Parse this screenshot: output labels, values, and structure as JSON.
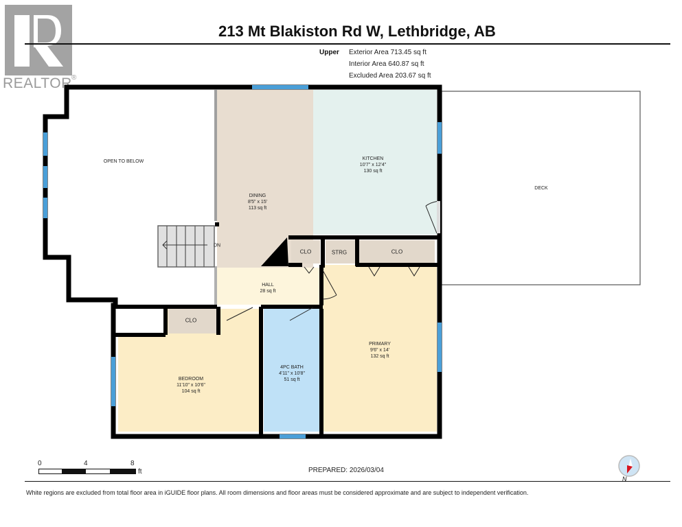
{
  "branding": {
    "logo_letter": "R",
    "logo_text": "REALTOR",
    "registered_mark": "®"
  },
  "header": {
    "title": "213 Mt Blakiston Rd W, Lethbridge, AB",
    "level": "Upper",
    "areas": [
      "Exterior Area 713.45 sq ft",
      "Interior Area 640.87 sq ft",
      "Excluded Area 203.67 sq ft"
    ]
  },
  "rooms": {
    "open_to_below": {
      "name": "OPEN TO BELOW"
    },
    "dining": {
      "name": "DINING",
      "dims": "8'5\" x 15'",
      "area": "113 sq ft"
    },
    "kitchen": {
      "name": "KITCHEN",
      "dims": "10'7\" x 12'4\"",
      "area": "130 sq ft"
    },
    "deck": {
      "name": "DECK"
    },
    "hall": {
      "name": "HALL",
      "area": "28 sq ft"
    },
    "closet_1": {
      "name": "CLO"
    },
    "storage": {
      "name": "STRG"
    },
    "closet_2": {
      "name": "CLO"
    },
    "closet_3": {
      "name": "CLO"
    },
    "bedroom": {
      "name": "BEDROOM",
      "dims": "11'10\" x 10'6\"",
      "area": "104 sq ft"
    },
    "bath": {
      "name": "4PC BATH",
      "dims": "4'11\" x 10'8\"",
      "area": "51 sq ft"
    },
    "primary": {
      "name": "PRIMARY",
      "dims": "9'6\" x 14'",
      "area": "132 sq ft"
    },
    "stairs": {
      "label": "DN"
    }
  },
  "scale_bar": {
    "ticks": [
      "0",
      "4",
      "8"
    ],
    "unit": "ft"
  },
  "footer": {
    "prepared": "PREPARED: 2026/03/04",
    "disclaimer": "White regions are excluded from total floor area in iGUIDE floor plans. All room dimensions and floor areas must be considered approximate and are subject to independent verification.",
    "compass_label": "N"
  },
  "colors": {
    "wall": "#000000",
    "window": "#4a9fd8",
    "dining_fill": "#e8ddd0",
    "kitchen_fill": "#e4f1ee",
    "bedroom_fill": "#fcedc6",
    "bath_fill": "#bfe1f7",
    "hall_fill": "#fdf5dc",
    "closet_fill": "#e2d8cb",
    "compass_red": "#d7141f"
  }
}
